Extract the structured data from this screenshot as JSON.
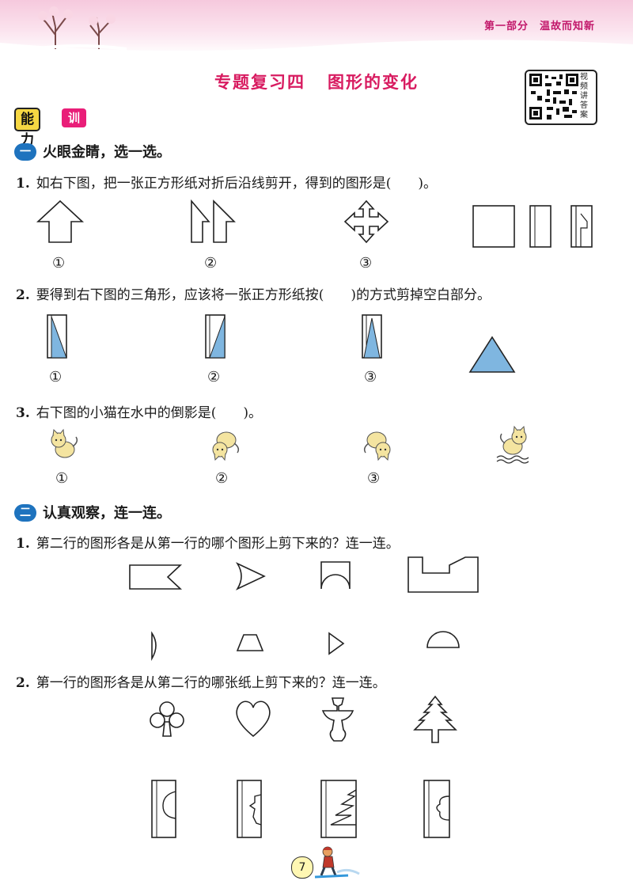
{
  "header": {
    "part": "第一部分",
    "series": "温故而知新"
  },
  "title": {
    "topic": "专题复习四",
    "name": "图形的变化"
  },
  "qr": {
    "caption": "视频讲答案"
  },
  "badge": {
    "left": "能力",
    "right": "训练营"
  },
  "part1": {
    "num": "一",
    "heading": "火眼金睛，选一选。",
    "q1": {
      "num": "1.",
      "text": "如右下图，把一张正方形纸对折后沿线剪开，得到的图形是(　　)。"
    },
    "q2": {
      "num": "2.",
      "text": "要得到右下图的三角形，应该将一张正方形纸按(　　)的方式剪掉空白部分。"
    },
    "q3": {
      "num": "3.",
      "text": "右下图的小猫在水中的倒影是(　　)。"
    },
    "options": [
      "①",
      "②",
      "③"
    ]
  },
  "part2": {
    "num": "二",
    "heading": "认真观察，连一连。",
    "q1": {
      "num": "1.",
      "text": "第二行的图形各是从第一行的哪个图形上剪下来的？连一连。"
    },
    "q2": {
      "num": "2.",
      "text": "第一行的图形各是从第二行的哪张纸上剪下来的？连一连。"
    }
  },
  "page": {
    "number": "7"
  },
  "colors": {
    "accent": "#d81b60",
    "blue_fill": "#7fb6e0",
    "number_badge": "#1e73be",
    "cat": "#f4e4a0"
  }
}
